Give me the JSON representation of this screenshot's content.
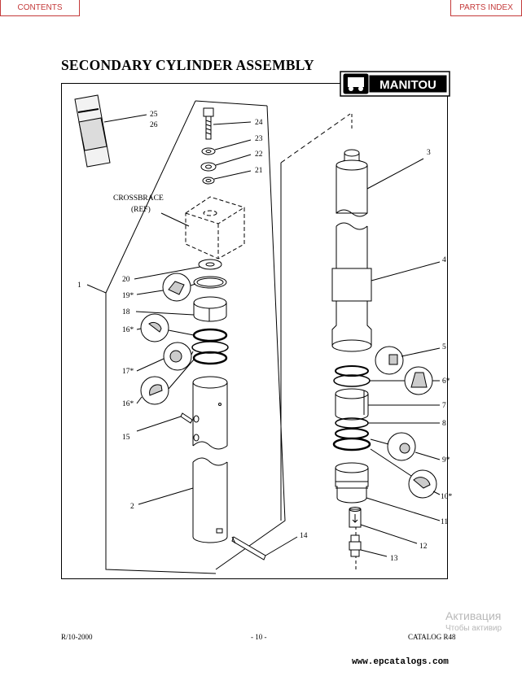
{
  "nav": {
    "contents": "CONTENTS",
    "parts_index": "PARTS INDEX"
  },
  "title": "SECONDARY CYLINDER ASSEMBLY",
  "logo": {
    "brand": "MANITOU"
  },
  "diagram": {
    "crossbrace": [
      "CROSSBRACE",
      "(REF)"
    ],
    "labels": {
      "l1": "1",
      "l2": "2",
      "l3": "3",
      "l4": "4",
      "l5": "5",
      "l6": "6*",
      "l7": "7",
      "l8": "8",
      "l9": "9*",
      "l10": "10*",
      "l11": "11",
      "l12": "12",
      "l13": "13",
      "l14": "14",
      "l15": "15",
      "l16a": "16*",
      "l16b": "16*",
      "l17": "17*",
      "l18": "18",
      "l19": "19*",
      "l20": "20",
      "l21": "21",
      "l22": "22",
      "l23": "23",
      "l24": "24",
      "l25": "25",
      "l26": "26"
    }
  },
  "footer": {
    "left": "R/10-2000",
    "center": "- 10 -",
    "right": "CATALOG R48"
  },
  "watermark": {
    "line1": "Активация",
    "line2": "Чтобы активир"
  },
  "site": "www.epcatalogs.com"
}
